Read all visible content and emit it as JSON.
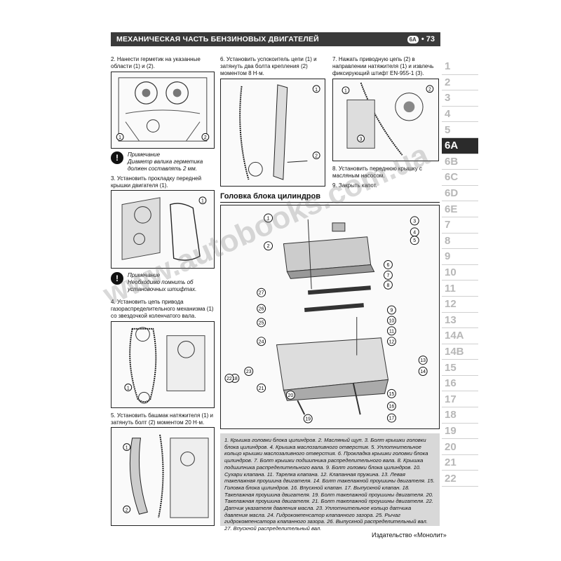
{
  "header": {
    "title": "МЕХАНИЧЕСКАЯ ЧАСТЬ БЕНЗИНОВЫХ ДВИГАТЕЛЕЙ",
    "logo": "6A",
    "page_number": "• 73"
  },
  "left_column": {
    "step2": "2. Нанести герметик на указанные области (1) и (2).",
    "note1_title": "Примечание",
    "note1_text": "Диаметр валика герметика должен составлять 2 мм.",
    "step3": "3. Установить прокладку передней крышки двигателя (1).",
    "note2_title": "Примечание",
    "note2_text": "Необходимо помнить об установочных штифтах.",
    "step4": "4. Установить цепь привода газораспределительного механизма (1) со звездочкой коленчатого вала.",
    "step5": "5. Установить башмак натяжителя (1) и затянуть болт (2) моментом 20 Н·м."
  },
  "middle_column": {
    "step6": "6. Установить успокоитель цепи (1) и затянуть два болта крепления (2) моментом 8 Н·м."
  },
  "right_column": {
    "step7": "7. Нажать приводную цепь (2) в направлении натяжителя (1) и извлечь фиксирующий штифт EN-955-1 (3).",
    "step8": "8. Установить переднюю крышку с масляным насосом.",
    "step9": "9. Закрыть капот."
  },
  "section": {
    "title": "Головка блока цилиндров"
  },
  "caption": "1. Крышка головки блока цилиндров. 2. Масляный щуп. 3. Болт крышки головки блока цилиндров. 4. Крышка маслозаливного отверстия. 5. Уплотнительное кольцо крышки маслозаливного отверстия. 6. Прокладка крышки головки блока цилиндров. 7. Болт крышки подшипника распределительного вала. 8. Крышка подшипника распределительного вала. 9. Болт головки блока цилиндров. 10. Сухари клапана. 11. Тарелка клапана. 12. Клапанная пружина. 13. Левая такелажная проушина двигателя. 14. Болт такелажной проушины двигателя. 15. Головка блока цилиндров. 16. Впускной клапан. 17. Выпускной клапан. 18. Такелажная проушина двигателя. 19. Болт такелажной проушины двигателя. 20. Такелажная проушина двигателя. 21. Болт такелажной проушины двигателя. 22. Датчик указателя давления масла. 23. Уплотнительное кольцо датчика давления масла. 24. Гидрокомпенсатор клапанного зазора. 25. Рычаг гидрокомпенсатора клапанного зазора. 26. Выпускной распределительный вал. 27. Впускной распределительный вал.",
  "footer": "Издательство «Монолит»",
  "watermark": "www.autobooks.com.ua",
  "tabs": [
    "1",
    "2",
    "3",
    "4",
    "5",
    "6A",
    "6B",
    "6C",
    "6D",
    "6E",
    "7",
    "8",
    "9",
    "10",
    "11",
    "12",
    "13",
    "14A",
    "14B",
    "15",
    "16",
    "17",
    "18",
    "19",
    "20",
    "21",
    "22"
  ],
  "active_tab": "6A",
  "callouts": {
    "fig2": [
      "1",
      "2"
    ],
    "fig3": [
      "1"
    ],
    "fig4": [
      "1"
    ],
    "fig5": [
      "1",
      "2"
    ],
    "fig6": [
      "1",
      "2"
    ],
    "fig7": [
      "1",
      "2",
      "3"
    ],
    "big": [
      "1",
      "2",
      "3",
      "4",
      "5",
      "6",
      "7",
      "8",
      "9",
      "10",
      "11",
      "12",
      "13",
      "14",
      "15",
      "16",
      "17",
      "18",
      "19",
      "20",
      "21",
      "22",
      "23",
      "24",
      "25",
      "26",
      "27"
    ]
  },
  "colors": {
    "header_bg": "#3a3a3a",
    "caption_bg": "#d8d8d8",
    "tab_active_bg": "#2b2b2b",
    "tab_inactive_text": "#b7b7b7"
  }
}
